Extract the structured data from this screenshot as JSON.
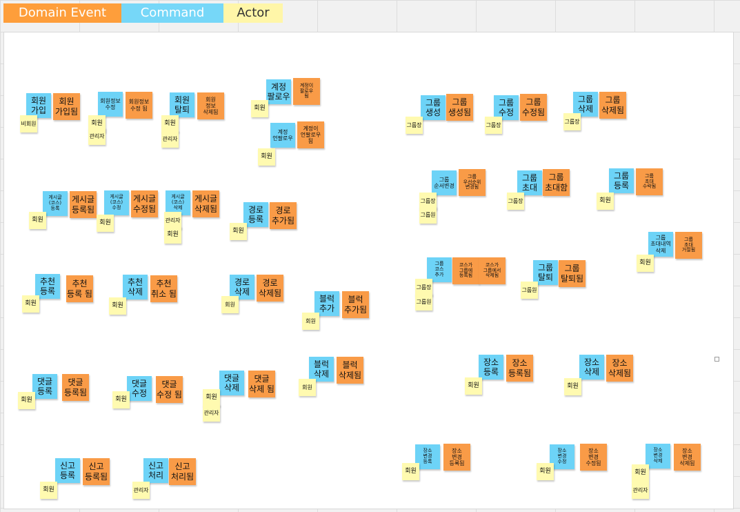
{
  "legend": {
    "domain_event": "Domain Event",
    "command": "Command",
    "actor": "Actor",
    "colors": {
      "domain_event": "#fe9e3b",
      "command": "#76d7f8",
      "actor": "#fff6a8"
    }
  },
  "notes": [
    "회원\n가입",
    "회원\n가입됨",
    "비회원",
    "회원정보\n수정",
    "회원정보\n수정 됨",
    "회원",
    "관리자",
    "회원\n탈퇴",
    "회원\n정보\n삭제됨",
    "회원",
    "관리자",
    "계정\n팔로우",
    "계정이\n팔로우\n됨",
    "회원",
    "계정\n언팔로우",
    "계정이\n언팔로우\n됨",
    "회원",
    "그룹\n생성",
    "그룹\n생성됨",
    "그룹장",
    "그룹\n수정",
    "그룹\n수정됨",
    "그룹장",
    "그룹\n삭제",
    "그룹\n삭제됨",
    "그룹장",
    "그룹\n순서변경",
    "그룹\n우선순위\n변경됨",
    "그룹장",
    "그룹원",
    "그룹\n초대",
    "그룹\n초대함",
    "그룹장",
    "그룹\n등록",
    "그룹\n초대\n수락됨",
    "회원",
    "그룹\n초대내역\n삭제",
    "그룹\n초대\n거절됨",
    "회원",
    "게시글\n(코스)\n등록",
    "게시글\n등록됨",
    "회원",
    "게시글\n(코스)\n수정",
    "게시글\n수정됨",
    "회원",
    "게시글\n(코스)\n삭제",
    "게시글\n삭제됨",
    "관리자",
    "회원",
    "경로\n등록",
    "경로\n추가됨",
    "회원",
    "그룹\n코스\n추가",
    "코스가\n그룹에\n등록됨",
    "코스가\n그룹에서\n삭제됨",
    "그룹장",
    "그룹원",
    "그룹\n탈퇴",
    "그룹\n탈퇴됨",
    "그룹원",
    "추천\n등록",
    "추천\n등록 됨",
    "회원",
    "추천\n삭제",
    "추천\n취소 됨",
    "회원",
    "경로\n삭제",
    "경로\n삭제됨",
    "회원",
    "블럭\n추가",
    "블럭\n추가됨",
    "회원",
    "댓글\n등록",
    "댓글\n등록됨",
    "회원",
    "댓글\n수정",
    "댓글\n수정 됨",
    "회원",
    "댓글\n삭제",
    "댓글\n삭제 됨",
    "회원",
    "관리자",
    "블럭\n삭제",
    "블럭\n삭제됨",
    "회원",
    "장소\n등록",
    "장소\n등록됨",
    "회원",
    "장소\n삭제",
    "장소\n삭제됨",
    "회원",
    "신고\n등록",
    "신고\n등록됨",
    "회원",
    "신고\n처리",
    "신고\n처리됨",
    "관리자",
    "장소\n변경\n등록",
    "장소\n변경\n등록됨",
    "회원",
    "장소\n변경\n수정",
    "장소\n변경\n수정됨",
    "회원",
    "장소\n변경\n삭제",
    "장소\n변경\n삭제됨",
    "회원",
    "관리자"
  ]
}
